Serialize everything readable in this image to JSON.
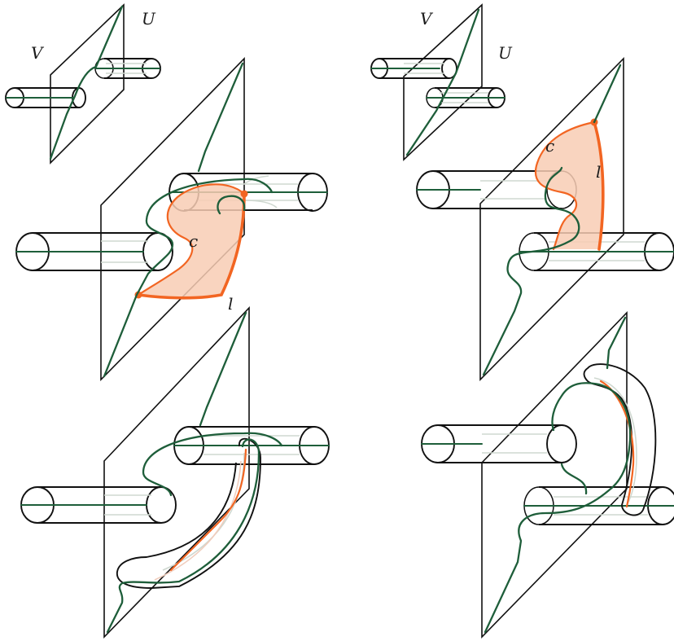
{
  "figure": {
    "colors": {
      "outline": "#111111",
      "curve": "#1e5e3a",
      "highlight": "#f26522",
      "disk_fill": "#f8cdb4",
      "hidden_line": "#cfd8d0"
    },
    "left_column": {
      "inset_labels": {
        "v": "V",
        "u": "U"
      },
      "top_panel_labels": {
        "c": "c",
        "l": "l"
      }
    },
    "right_column": {
      "inset_labels": {
        "v": "V",
        "u": "U"
      },
      "top_panel_labels": {
        "c": "c",
        "l": "l"
      }
    }
  }
}
